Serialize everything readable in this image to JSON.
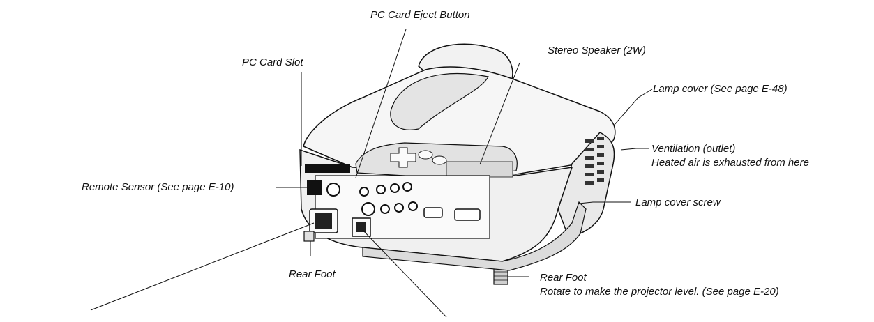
{
  "labels": {
    "pc_card_eject": "PC Card Eject Button",
    "pc_card_slot": "PC Card Slot",
    "stereo_speaker": "Stereo Speaker (2W)",
    "lamp_cover": "Lamp cover (See page E-48)",
    "ventilation_line1": "Ventilation (outlet)",
    "ventilation_line2": "Heated air is exhausted from here",
    "remote_sensor": "Remote Sensor (See page E-10)",
    "lamp_cover_screw": "Lamp cover screw",
    "rear_foot_left": "Rear Foot",
    "rear_foot_right_line1": "Rear Foot",
    "rear_foot_right_line2": "Rotate to make the projector level. (See page E-20)"
  },
  "colors": {
    "line": "#111111",
    "body": "#f4f4f4",
    "shade": "#cfcfcf",
    "dark": "#222222"
  }
}
